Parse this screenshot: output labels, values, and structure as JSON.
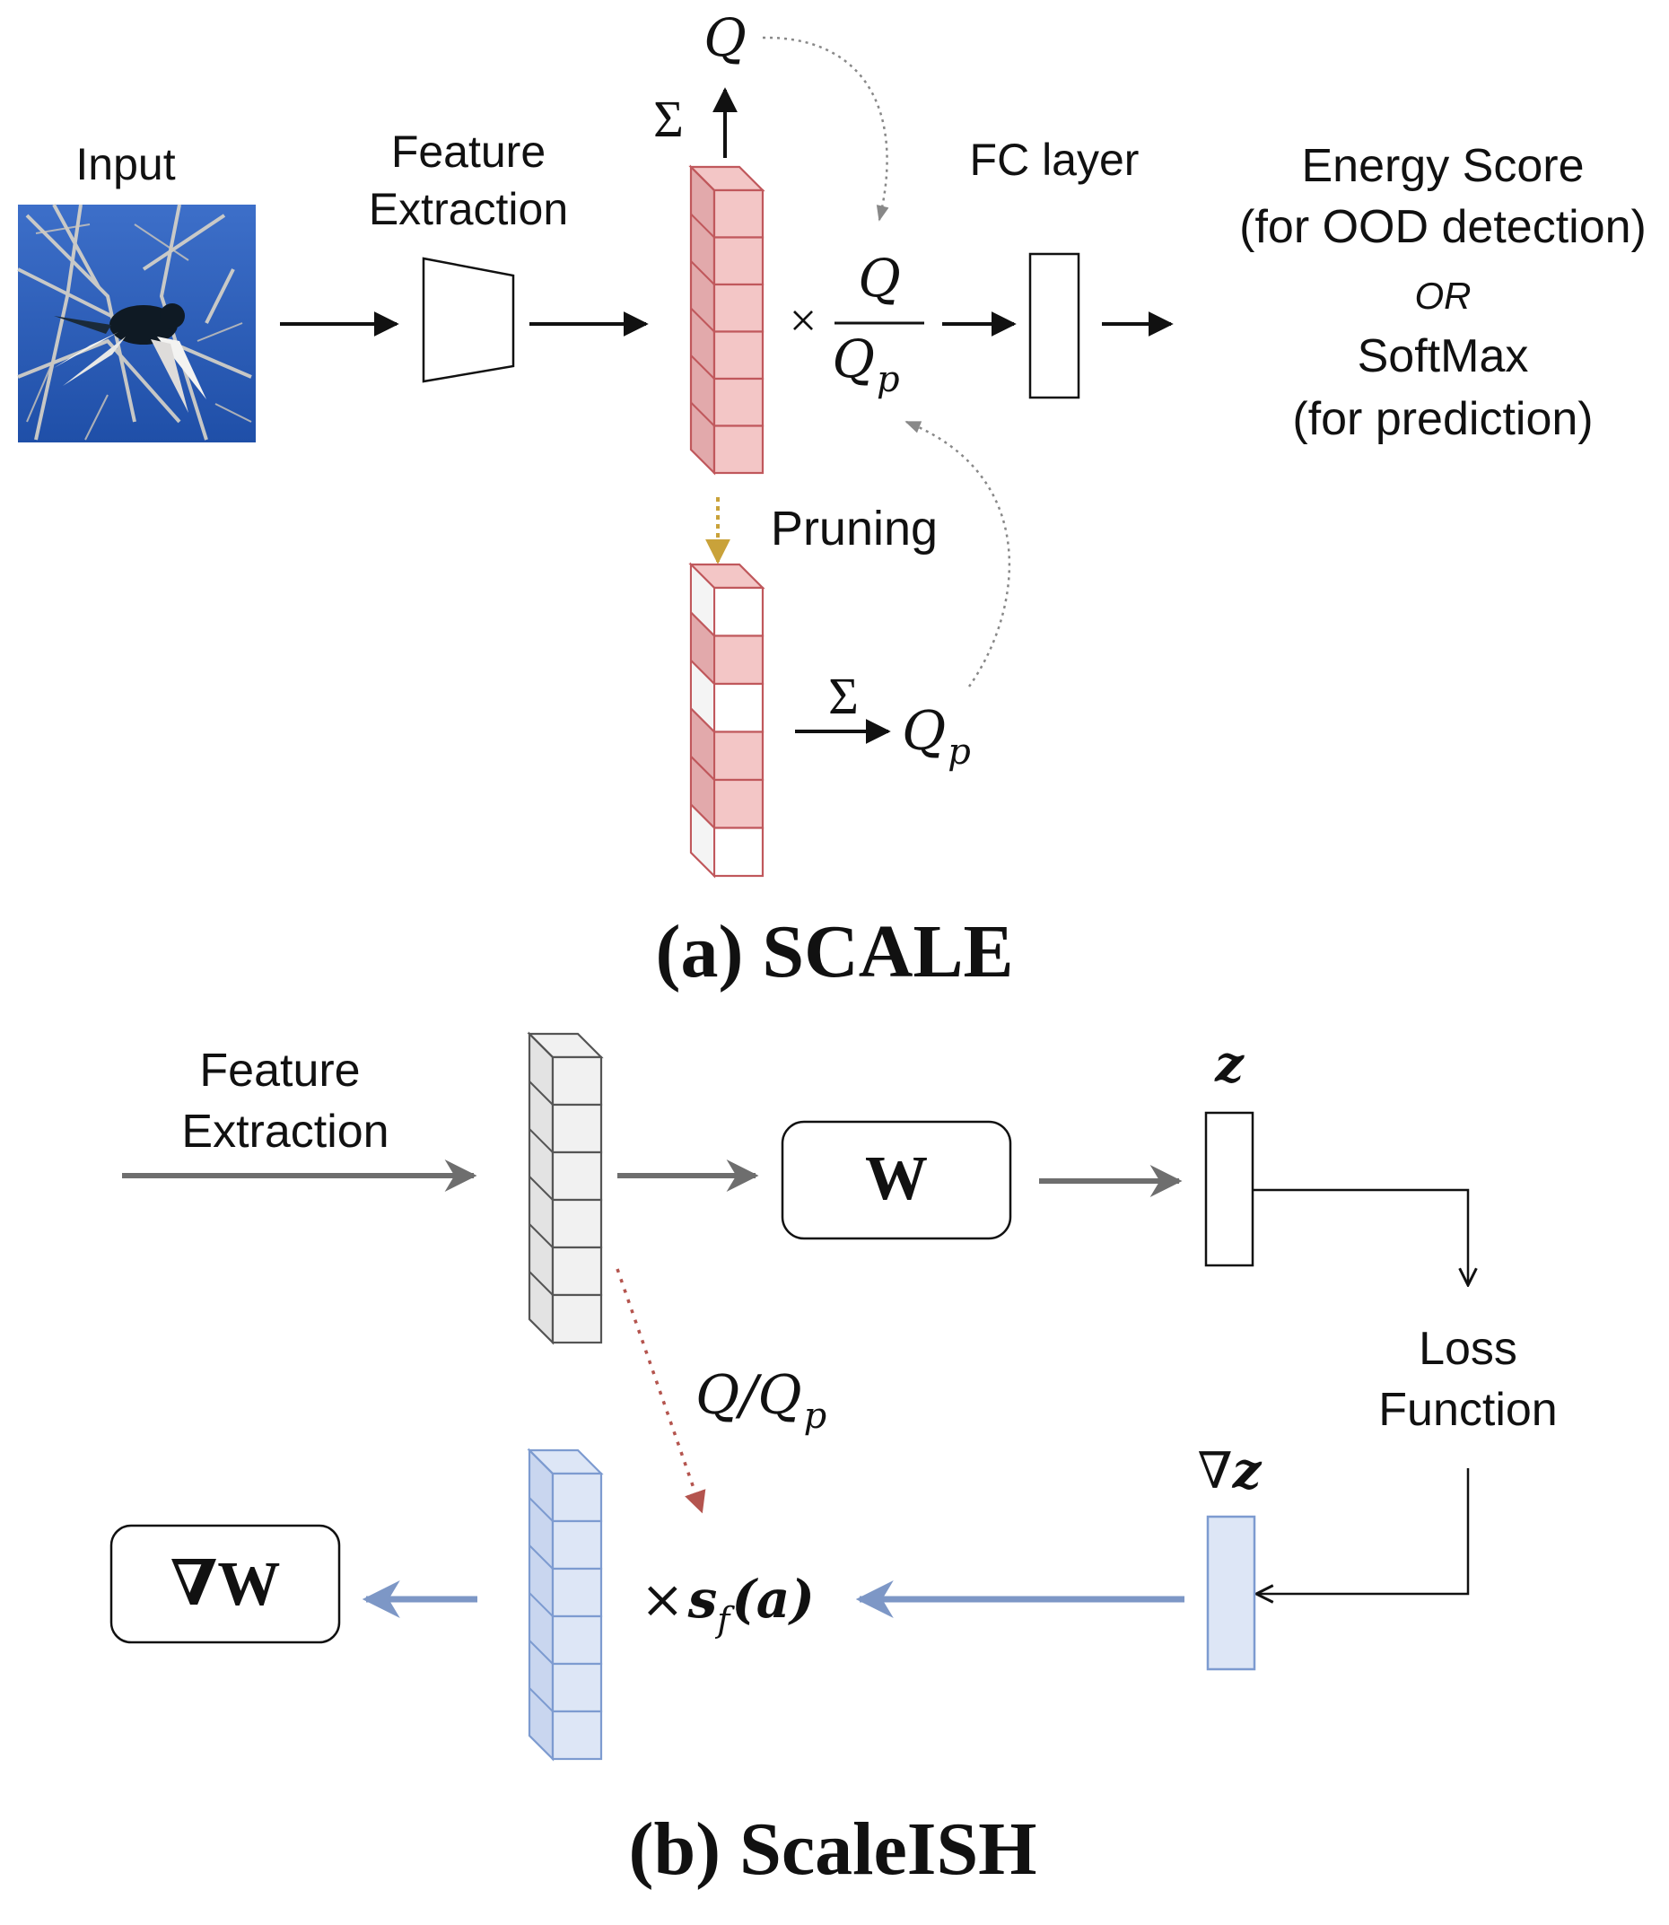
{
  "colors": {
    "ink": "#111111",
    "pink_fill": "#f3c6c6",
    "pink_stroke": "#c0585c",
    "pink_side": "#e2a9ab",
    "white_cell": "#ffffff",
    "gray_fill": "#f1f1f1",
    "gray_stroke": "#555555",
    "blue_fill": "#dde6f6",
    "blue_stroke": "#7d9bd0",
    "blue_arrow": "#7d97c6",
    "gray_arrow": "#6e6e6e",
    "gold_arrow": "#c9a23a",
    "red_dotted": "#b4544e",
    "dotted_gray": "#888888"
  },
  "panel_a": {
    "input_label": "Input",
    "image_icon": "bird-photo",
    "feature_extraction_line1": "Feature",
    "feature_extraction_line2": "Extraction",
    "sum_symbol": "Σ",
    "q_label": "Q",
    "times_symbol": "×",
    "fraction_num": "Q",
    "fraction_den": "Q",
    "fraction_den_sub": "p",
    "fc_layer_label": "FC layer",
    "output_line1": "Energy Score",
    "output_line2": "(for OOD detection)",
    "output_or": "OR",
    "output_line3": "SoftMax",
    "output_line4": "(for prediction)",
    "pruning_label": "Pruning",
    "pruned_sum_symbol": "Σ",
    "qp_label": "Q",
    "qp_sub": "p",
    "caption": "(a) SCALE",
    "pruned_cells_kept": [
      true,
      false,
      true,
      false,
      true,
      true,
      false
    ]
  },
  "panel_b": {
    "feature_extraction_line1": "Feature",
    "feature_extraction_line2": "Extraction",
    "w_box_label": "W",
    "z_label": "z",
    "loss_line1": "Loss",
    "loss_line2": "Function",
    "grad_z_nabla": "∇",
    "grad_z_var": "z",
    "ratio_label": "Q/Q",
    "ratio_sub": "p",
    "scale_times": "×",
    "scale_s": "s",
    "scale_sub": "f",
    "scale_arg": "(a)",
    "grad_w_label": "∇W",
    "caption": "(b) ScaleISH"
  }
}
